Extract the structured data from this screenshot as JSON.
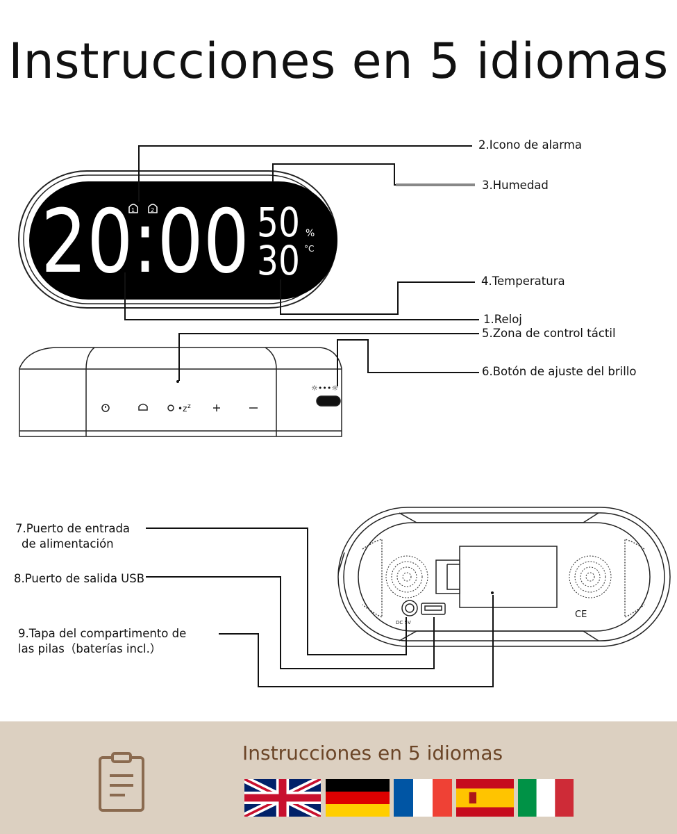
{
  "title": "Instrucciones en 5 idiomas",
  "display": {
    "time": "20:00",
    "humidity": "50",
    "humidity_unit": "%",
    "temperature": "30",
    "temperature_unit": "°C",
    "alarm_icons": [
      "1",
      "2"
    ]
  },
  "labels": {
    "alarm_icon": "2.Icono de alarma",
    "humidity": "3.Humedad",
    "temperature": "4.Temperatura",
    "clock": "1.Reloj",
    "touch_zone": "5.Zona de control táctil",
    "brightness_button": "6.Botón de ajuste del brillo",
    "power_port_line1": "7.Puerto de entrada",
    "power_port_line2": "de alimentación",
    "usb_port": "8.Puerto de salida USB",
    "battery_cover_line1": "9.Tapa del compartimento de",
    "battery_cover_line2": "las pilas（baterías incl.）"
  },
  "back_panel": {
    "dc_text": "DC 5V",
    "cert_text": "CE"
  },
  "footer": {
    "title": "Instrucciones en 5 idiomas",
    "flags": [
      "uk-flag",
      "german-flag",
      "french-flag",
      "spanish-flag",
      "italian-flag"
    ]
  },
  "colors": {
    "footer_bg": "#dcd0c1",
    "footer_text": "#6b4527",
    "display_bg": "#000000"
  }
}
